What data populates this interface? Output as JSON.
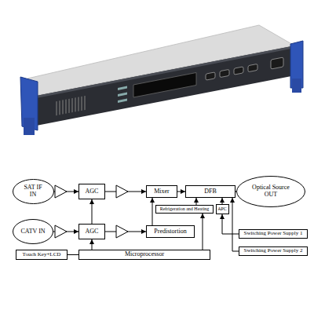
{
  "diagram": {
    "nodes": [
      {
        "text": [
          "SAT IF IN"
        ]
      },
      {
        "text": [
          "AGC"
        ]
      },
      {
        "text": [
          "Mixer"
        ]
      },
      {
        "text": [
          "DFB"
        ]
      },
      {
        "text": [
          "Optical Source OUT"
        ]
      },
      {
        "text": [
          "Refrigeration and Heating"
        ]
      },
      {
        "text": [
          "APC"
        ]
      },
      {
        "text": [
          "CATV IN"
        ]
      },
      {
        "text": [
          "AGC"
        ]
      },
      {
        "text": [
          "Predistortion"
        ]
      },
      {
        "text": [
          "Switching Power Supply 1"
        ]
      },
      {
        "text": [
          "Switching Power Supply 2"
        ]
      },
      {
        "text": [
          "Touch Key+LCD"
        ]
      },
      {
        "text": [
          "Microprocessor"
        ]
      }
    ],
    "edges": [
      {
        "from": 0,
        "to": 1,
        "arrow": "to"
      },
      {
        "from": 1,
        "to": 2,
        "arrow": "to"
      },
      {
        "from": 2,
        "to": 3,
        "arrow": "to"
      },
      {
        "from": 3,
        "to": 4,
        "arrow": "to"
      },
      {
        "from": 5,
        "to": 3,
        "arrow": "to"
      },
      {
        "from": 6,
        "to": 3,
        "arrow": "to"
      },
      {
        "from": 7,
        "to": 8,
        "arrow": "to"
      },
      {
        "from": 8,
        "to": 9,
        "arrow": "to"
      },
      {
        "from": 9,
        "to": 2,
        "arrow": "to"
      },
      {
        "from": 10,
        "to": 6,
        "arrow": "to"
      },
      {
        "from": 11,
        "to": 3,
        "arrow": "to"
      },
      {
        "from": 12,
        "to": 13,
        "arrow": "none"
      },
      {
        "from": 13,
        "to": 8,
        "arrow": "to"
      },
      {
        "from": 8,
        "to": 1,
        "arrow": "to"
      },
      {
        "from": 13,
        "to": 5,
        "arrow": "to"
      }
    ]
  }
}
